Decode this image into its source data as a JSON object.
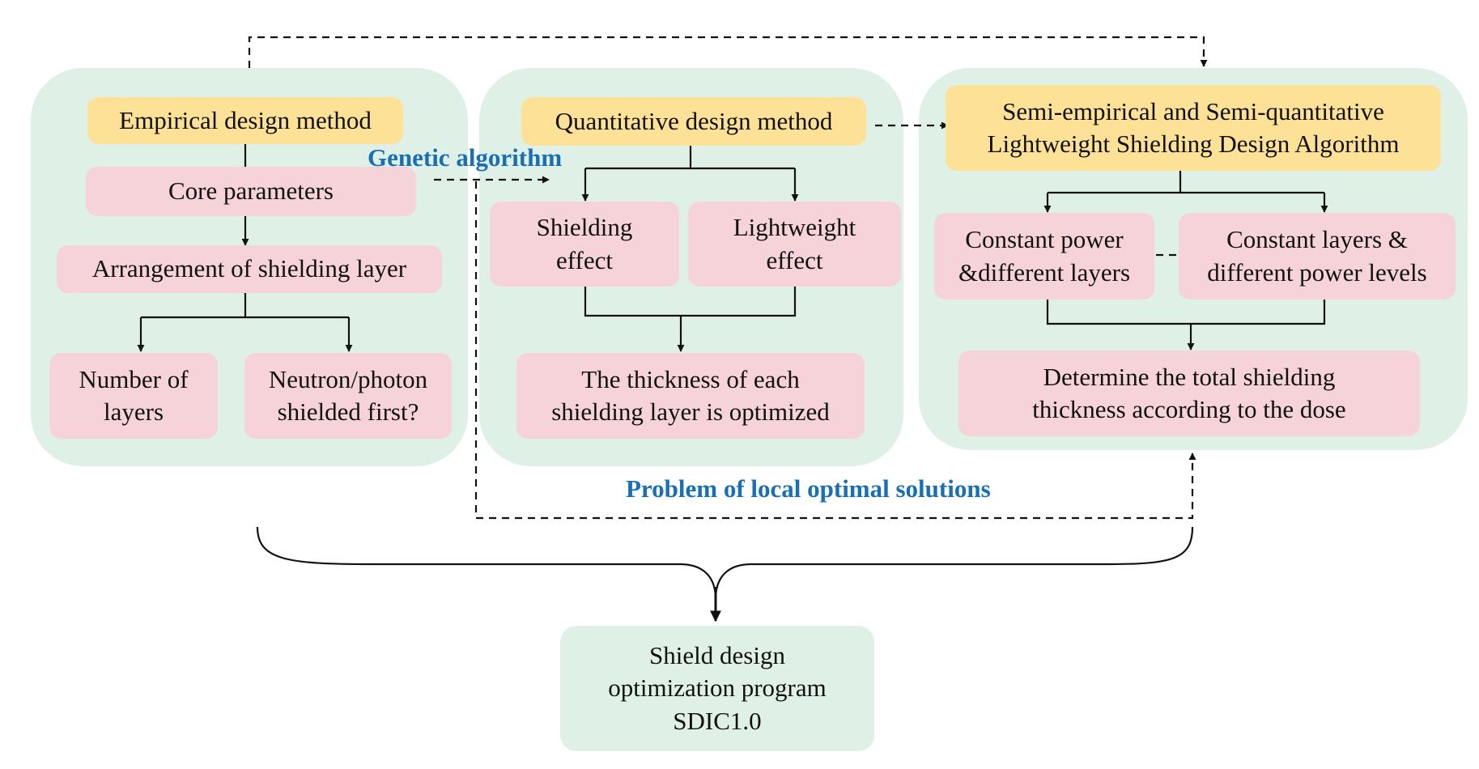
{
  "colors": {
    "panel": "#dff1e6",
    "method_box": "#fde197",
    "item_box": "#f5d3d8",
    "annotation_text": "#1a6fb4",
    "line": "#111111"
  },
  "left": {
    "title": "Empirical design method",
    "core": "Core parameters",
    "arrangement": "Arrangement of shielding layer",
    "num_layers": "Number of\nlayers",
    "neutron_photon": "Neutron/photon\nshielded first?"
  },
  "middle": {
    "title": "Quantitative design method",
    "shielding": "Shielding\neffect",
    "lightweight": "Lightweight\neffect",
    "thickness": "The thickness of each\nshielding layer is optimized"
  },
  "right": {
    "title": "Semi-empirical and Semi-quantitative\nLightweight Shielding Design Algorithm",
    "const_power": "Constant power\n&different layers",
    "const_layers": "Constant layers &\ndifferent power levels",
    "determine": "Determine the total shielding\nthickness according to the dose"
  },
  "annotations": {
    "genetic": "Genetic  algorithm",
    "local_opt": "Problem of local optimal solutions"
  },
  "output": {
    "program": "Shield design\noptimization program\nSDIC1.0"
  }
}
